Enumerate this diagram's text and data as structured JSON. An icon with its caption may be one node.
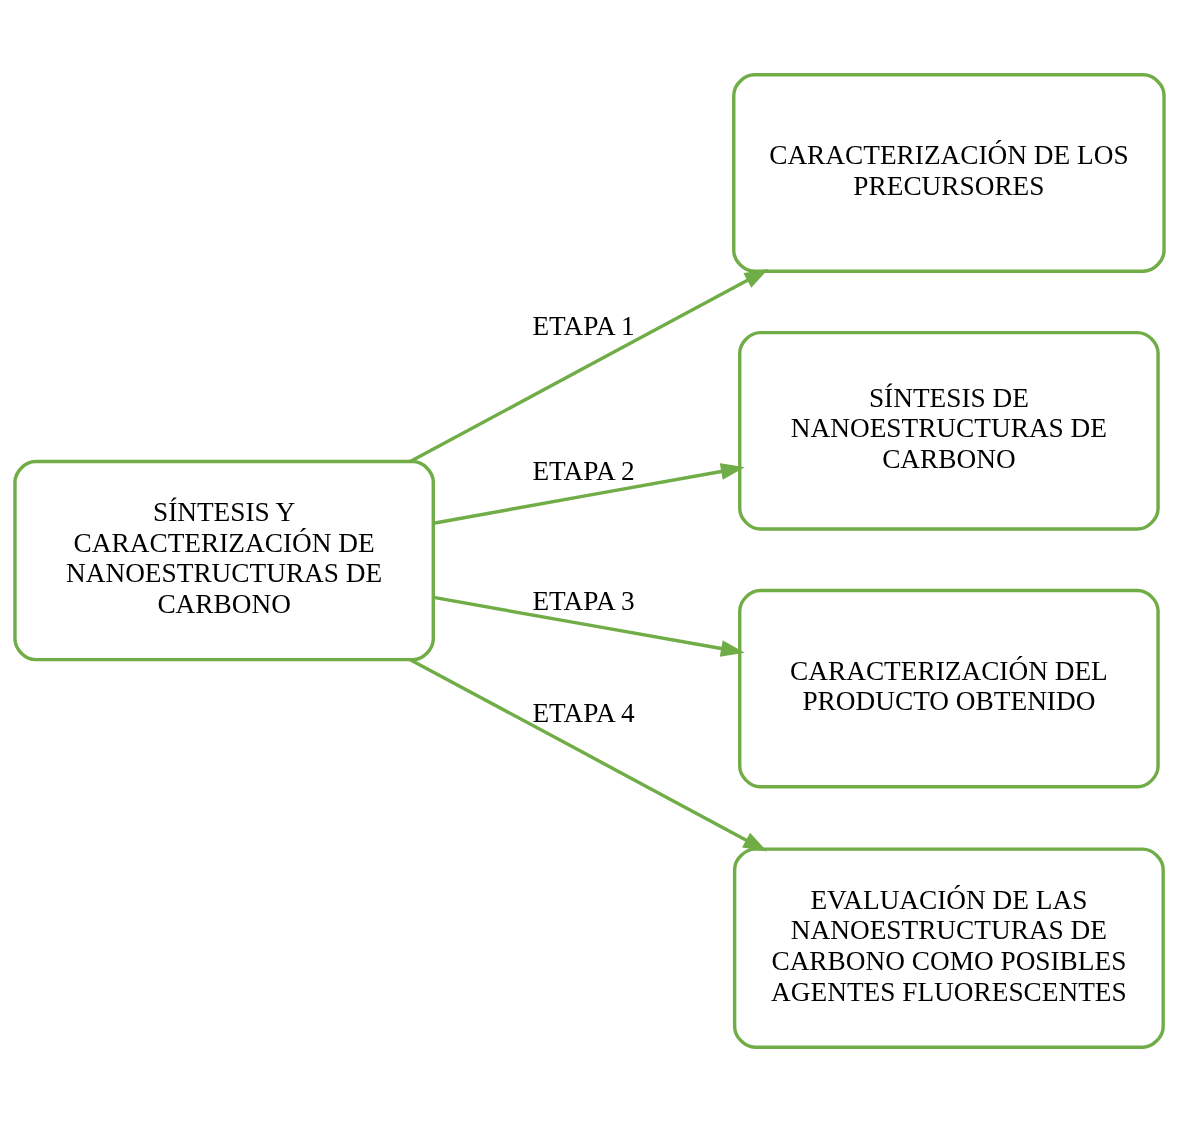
{
  "diagram": {
    "nodes": [
      {
        "text": [
          "SÍNTESIS Y CARACTERIZACIÓN DE NANOESTRUCTURAS DE CARBONO"
        ]
      },
      {
        "text": [
          "CARACTERIZACIÓN DE LOS PRECURSORES"
        ]
      },
      {
        "text": [
          "SÍNTESIS DE NANOESTRUCTURAS DE CARBONO"
        ]
      },
      {
        "text": [
          "CARACTERIZACIÓN DEL PRODUCTO OBTENIDO"
        ]
      },
      {
        "text": [
          "EVALUACIÓN DE LAS NANOESTRUCTURAS DE CARBONO COMO POSIBLES AGENTES FLUORESCENTES"
        ]
      }
    ],
    "edges": [
      {
        "from": 0,
        "to": 1,
        "arrow": "to",
        "label": "ETAPA 1"
      },
      {
        "from": 0,
        "to": 2,
        "arrow": "to",
        "label": "ETAPA 2"
      },
      {
        "from": 0,
        "to": 3,
        "arrow": "to",
        "label": "ETAPA 3"
      },
      {
        "from": 0,
        "to": 4,
        "arrow": "to",
        "label": "ETAPA 4"
      }
    ]
  }
}
